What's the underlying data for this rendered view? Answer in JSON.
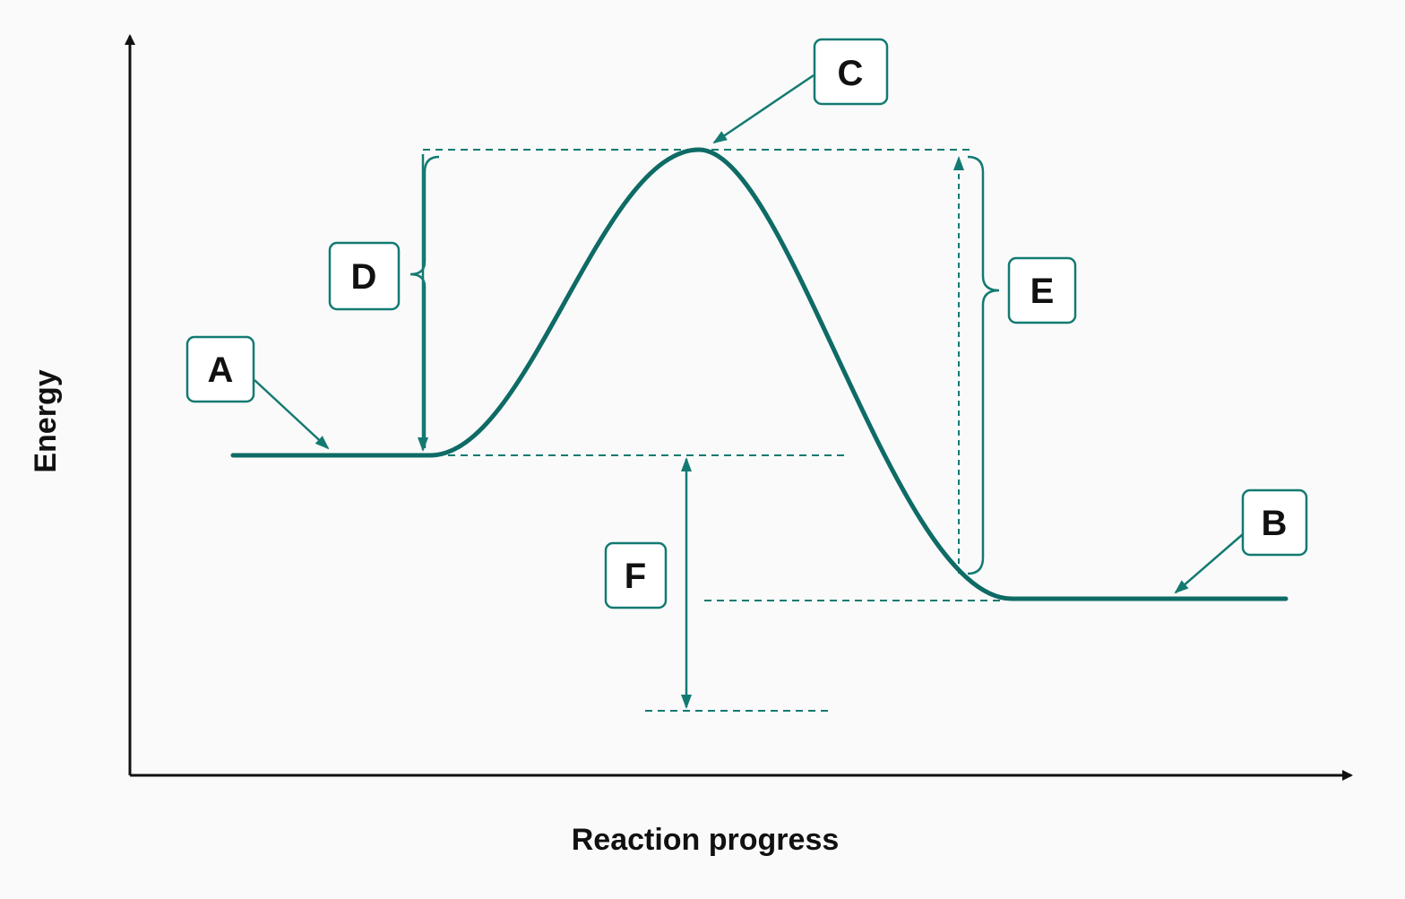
{
  "axes": {
    "x_label": "Reaction progress",
    "y_label": "Energy"
  },
  "labels": {
    "A": "A",
    "B": "B",
    "C": "C",
    "D": "D",
    "E": "E",
    "F": "F"
  },
  "colors": {
    "curve": "#0e6b65",
    "guide": "#137a72",
    "axis": "#111111",
    "background": "#fafafa"
  }
}
